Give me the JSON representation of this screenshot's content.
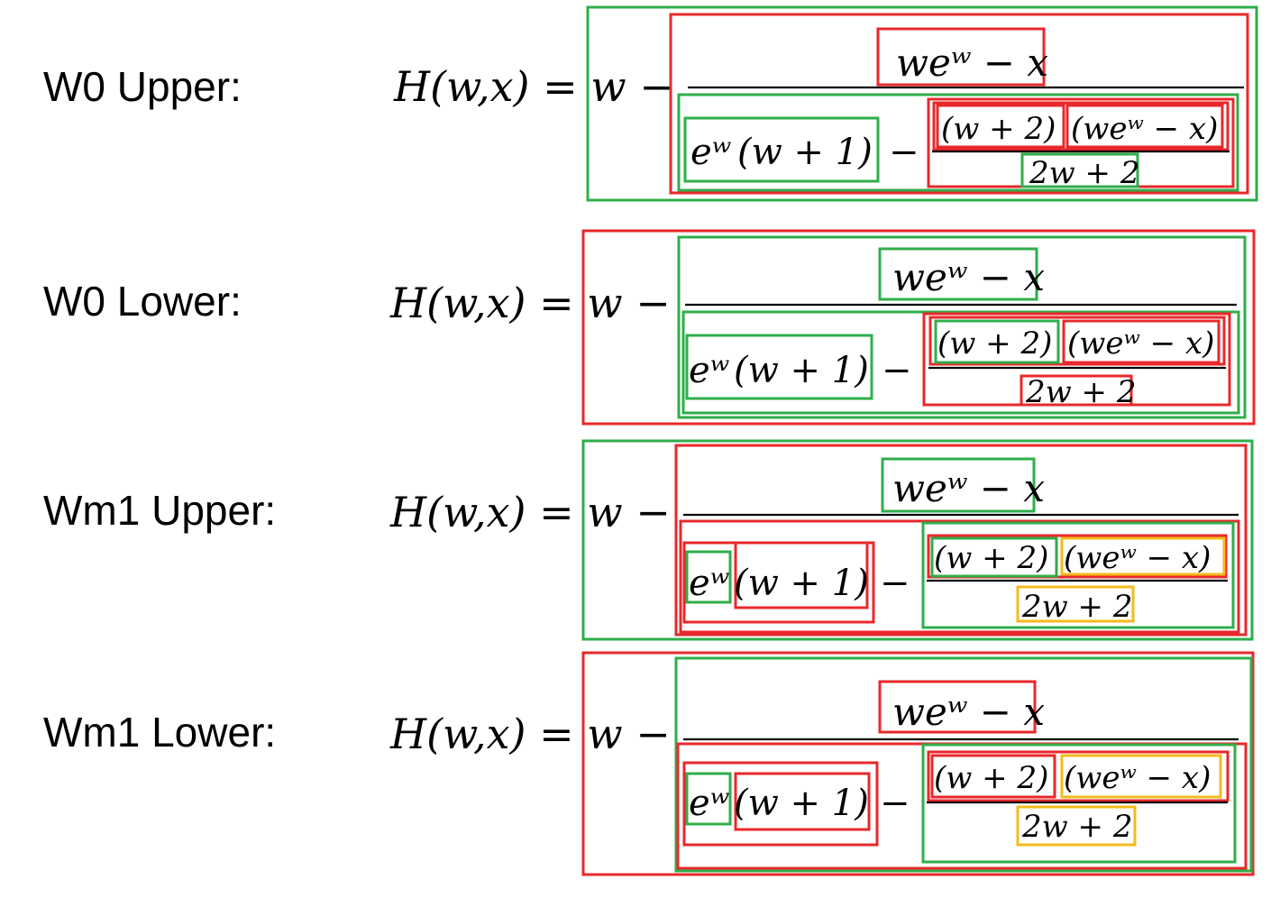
{
  "colors": {
    "red": "#e8282b",
    "green": "#2fae4a",
    "yellow": "#f3bb1d"
  },
  "rows": [
    {
      "label": "W0 Upper:",
      "lhs": "H(w,x) = w −",
      "numerator": "weʷ − x",
      "term_a": "eʷ",
      "term_b": "(w + 1)",
      "minus": "−",
      "term_c": "(w + 2)",
      "term_d": "(weʷ − x)",
      "denominator": "2w + 2"
    },
    {
      "label": "W0 Lower:",
      "lhs": "H(w,x) = w −",
      "numerator": "weʷ − x",
      "term_a": "eʷ",
      "term_b": "(w + 1)",
      "minus": "−",
      "term_c": "(w + 2)",
      "term_d": "(weʷ − x)",
      "denominator": "2w + 2"
    },
    {
      "label": "Wm1 Upper:",
      "lhs": "H(w,x) = w −",
      "numerator": "weʷ − x",
      "term_a": "eʷ",
      "term_b": "(w + 1)",
      "minus": "−",
      "term_c": "(w + 2)",
      "term_d": "(weʷ − x)",
      "denominator": "2w + 2"
    },
    {
      "label": "Wm1 Lower:",
      "lhs": "H(w,x) = w −",
      "numerator": "weʷ − x",
      "term_a": "eʷ",
      "term_b": "(w + 1)",
      "minus": "−",
      "term_c": "(w + 2)",
      "term_d": "(weʷ − x)",
      "denominator": "2w + 2"
    }
  ]
}
